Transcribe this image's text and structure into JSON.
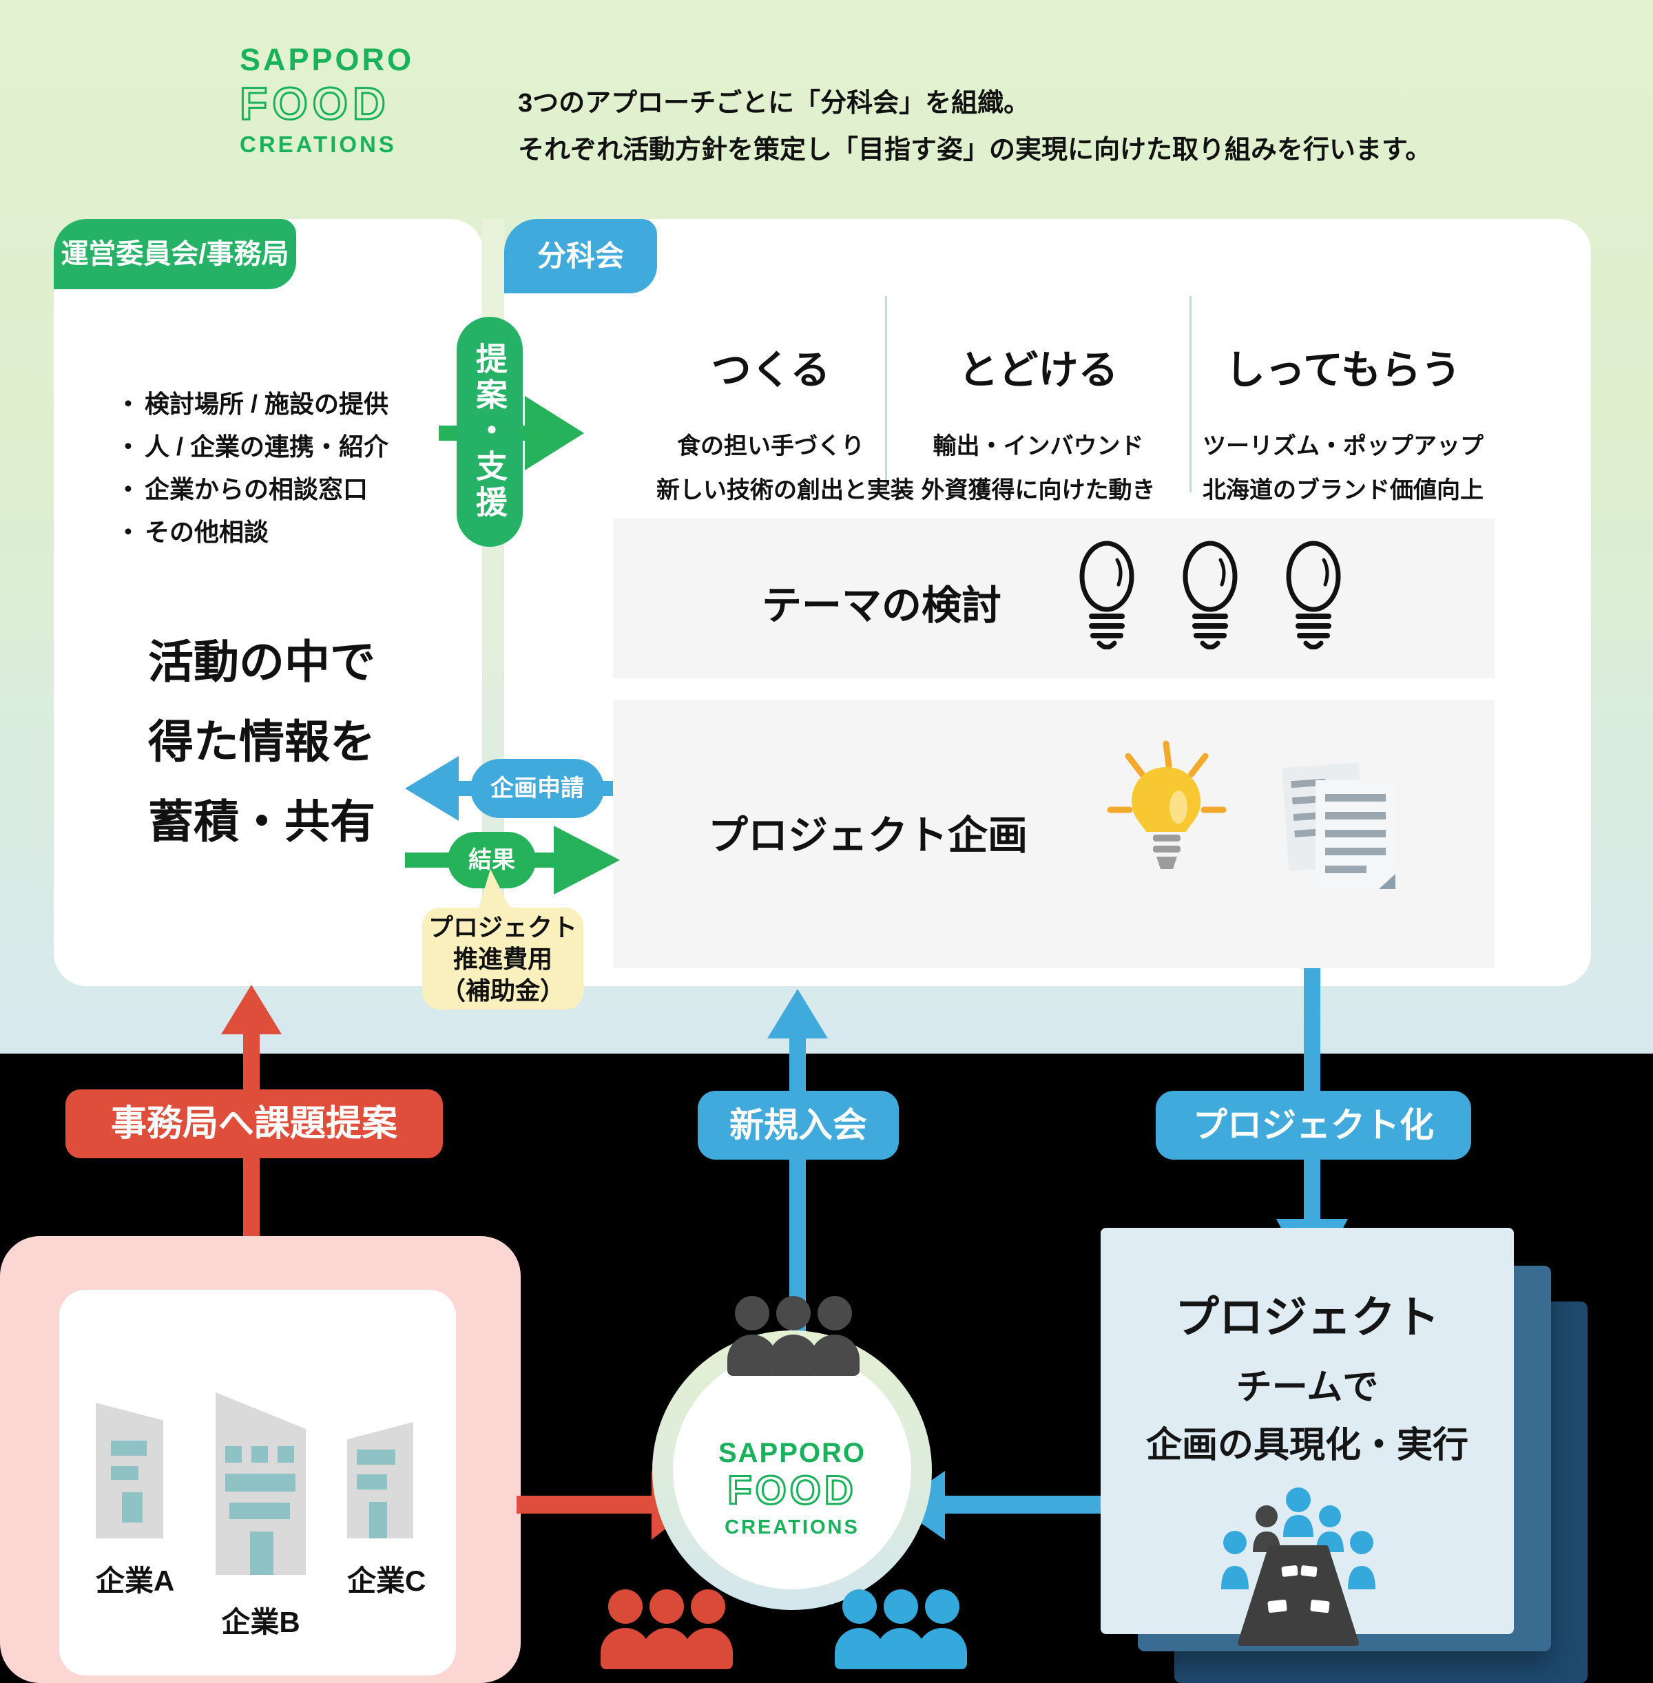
{
  "palette": {
    "brand_green": "#19b15a",
    "accent_green": "#26b266",
    "accent_blue": "#41aadd",
    "accent_red": "#df4e3a",
    "note_yellow": "#faf0bd",
    "companies_pink": "#fbd6d3",
    "card_light_blue": "#dfecf4"
  },
  "brand": {
    "line1": "SAPPORO",
    "line2": "FOOD",
    "line3": "CREATIONS"
  },
  "header": {
    "line1": "3つのアプローチごとに「分科会」を組織。",
    "line2": "それぞれ活動方針を策定し「目指す姿」の実現に向けた取り組みを行います。"
  },
  "left_panel": {
    "badge": "運営委員会/事務局",
    "bullets": [
      "検討場所 / 施設の提供",
      "人 / 企業の連携・紹介",
      "企業からの相談窓口",
      "その他相談"
    ],
    "note_lines": [
      "活動の中で",
      "得た情報を",
      "蓄積・共有"
    ]
  },
  "support_pill": {
    "label": "提案・支援"
  },
  "subcommittee": {
    "badge": "分科会",
    "columns": [
      {
        "title": "つくる",
        "line1": "食の担い手づくり",
        "line2": "新しい技術の創出と実装"
      },
      {
        "title": "とどける",
        "line1": "輸出・インバウンド",
        "line2": "外資獲得に向けた動き"
      },
      {
        "title": "しってもらう",
        "line1": "ツーリズム・ポップアップ",
        "line2": "北海道のブランド価値向上"
      }
    ],
    "theme_box": "テーマの検討",
    "project_box": "プロジェクト企画"
  },
  "flow": {
    "application": "企画申請",
    "result": "結果",
    "subsidy_lines": [
      "プロジェクト",
      "推進費用",
      "（補助金）"
    ],
    "proposal": "事務局へ課題提案",
    "join": "新規入会",
    "projectize": "プロジェクト化"
  },
  "companies": {
    "items": [
      "企業A",
      "企業B",
      "企業C"
    ]
  },
  "hub": {
    "logo1": "SAPPORO",
    "logo2": "FOOD",
    "logo3": "CREATIONS"
  },
  "project_card": {
    "line1": "プロジェクト",
    "line2": "チームで",
    "line3": "企画の具現化・実行"
  },
  "icons": [
    "bulb-outline-icon",
    "bulb-yellow-icon",
    "documents-icon",
    "building-icon",
    "people-group-icon",
    "meeting-table-icon"
  ]
}
